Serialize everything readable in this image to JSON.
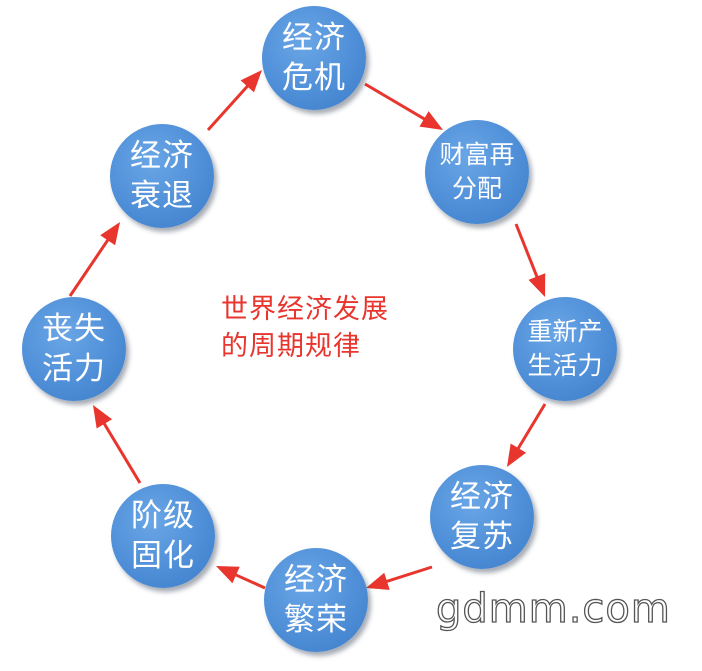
{
  "diagram": {
    "title_lines": [
      "世界经济发展",
      "的周期规律"
    ],
    "nodes": [
      {
        "id": "economic-crisis",
        "lines": [
          "经济",
          "危机"
        ]
      },
      {
        "id": "wealth-redistribution",
        "lines": [
          "财富再",
          "分配"
        ]
      },
      {
        "id": "revitalization",
        "lines": [
          "重新产",
          "生活力"
        ]
      },
      {
        "id": "economic-recovery",
        "lines": [
          "经济",
          "复苏"
        ]
      },
      {
        "id": "economic-prosperity",
        "lines": [
          "经济",
          "繁荣"
        ]
      },
      {
        "id": "class-solidification",
        "lines": [
          "阶级",
          "固化"
        ]
      },
      {
        "id": "loss-of-vitality",
        "lines": [
          "丧失",
          "活力"
        ]
      },
      {
        "id": "economic-decline",
        "lines": [
          "经济",
          "衰退"
        ]
      }
    ],
    "cycle_order": [
      "economic-crisis",
      "wealth-redistribution",
      "revitalization",
      "economic-recovery",
      "economic-prosperity",
      "class-solidification",
      "loss-of-vitality",
      "economic-decline"
    ],
    "colors": {
      "node_fill": "#4f8fd8",
      "node_text": "#ffffff",
      "arrow": "#e8352e",
      "title_text": "#e8352e"
    }
  },
  "watermark": "gdmm.com"
}
